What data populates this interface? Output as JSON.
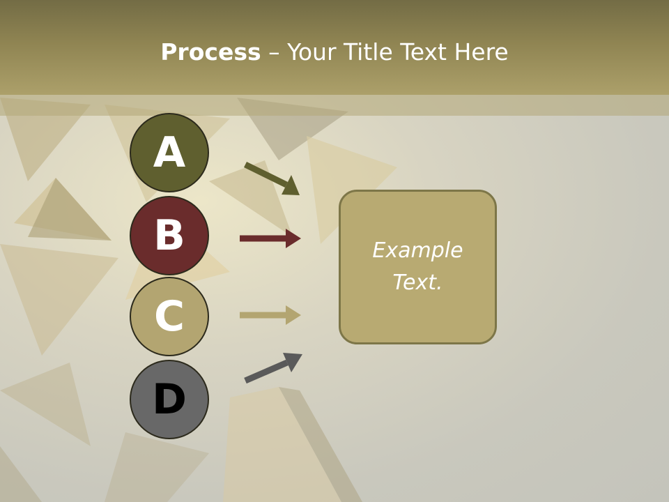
{
  "title": {
    "bold": "Process",
    "rest": " – Your Title Text Here"
  },
  "steps": [
    {
      "label": "A",
      "fill": "#5f5f2f",
      "text_color": "#ffffff",
      "arrow_color": "#5f5f2f"
    },
    {
      "label": "B",
      "fill": "#6a2c2c",
      "text_color": "#ffffff",
      "arrow_color": "#6a2c2c"
    },
    {
      "label": "C",
      "fill": "#b3a571",
      "text_color": "#ffffff",
      "arrow_color": "#b3a571"
    },
    {
      "label": "D",
      "fill": "#686868",
      "text_color": "#000000",
      "arrow_color": "#5a5a5a"
    }
  ],
  "box": {
    "text": "Example Text."
  }
}
